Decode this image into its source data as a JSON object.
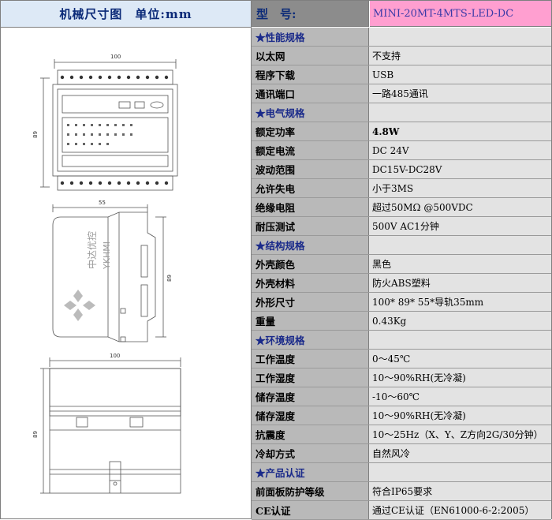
{
  "header": {
    "left_title": "机械尺寸图　单位:mm",
    "model_label": "型　号:",
    "model_value": "MINI-20MT-4MTS-LED-DC"
  },
  "drawings": {
    "front": {
      "width_label": "100",
      "height_label": "89"
    },
    "side": {
      "width_label": "55",
      "height_label": "89",
      "logo_cn": "中达优控",
      "logo_en": "YKHMI"
    },
    "bottom": {
      "width_label": "100",
      "height_label": "89"
    }
  },
  "rows": [
    {
      "type": "section",
      "key": "★性能规格",
      "value": ""
    },
    {
      "type": "item",
      "key": "以太网",
      "value": "不支持"
    },
    {
      "type": "item",
      "key": "程序下载",
      "value": "USB"
    },
    {
      "type": "item",
      "key": "通讯端口",
      "value": "一路485通讯"
    },
    {
      "type": "section",
      "key": "★电气规格",
      "value": ""
    },
    {
      "type": "item",
      "key": "额定功率",
      "value": "4.8W",
      "bold": true
    },
    {
      "type": "item",
      "key": "额定电流",
      "value": "DC 24V"
    },
    {
      "type": "item",
      "key": "波动范围",
      "value": "DC15V-DC28V"
    },
    {
      "type": "item",
      "key": "允许失电",
      "value": "小于3MS"
    },
    {
      "type": "item",
      "key": "绝缘电阻",
      "value": "超过50MΩ @500VDC"
    },
    {
      "type": "item",
      "key": "耐压测试",
      "value": "500V AC1分钟"
    },
    {
      "type": "section",
      "key": "★结构规格",
      "value": ""
    },
    {
      "type": "item",
      "key": "外壳颜色",
      "value": "黑色"
    },
    {
      "type": "item",
      "key": "外壳材料",
      "value": "防火ABS塑料"
    },
    {
      "type": "item",
      "key": "外形尺寸",
      "value": "100* 89* 55*导轨35mm"
    },
    {
      "type": "item",
      "key": "重量",
      "value": "0.43Kg"
    },
    {
      "type": "section",
      "key": "★环境规格",
      "value": ""
    },
    {
      "type": "item",
      "key": "工作温度",
      "value": "0～45℃"
    },
    {
      "type": "item",
      "key": "工作湿度",
      "value": "10～90%RH(无冷凝)"
    },
    {
      "type": "item",
      "key": "储存温度",
      "value": "-10～60℃"
    },
    {
      "type": "item",
      "key": "储存湿度",
      "value": "10～90%RH(无冷凝)"
    },
    {
      "type": "item",
      "key": "抗震度",
      "value": "10～25Hz（X、Y、Z方向2G/30分钟）"
    },
    {
      "type": "item",
      "key": "冷却方式",
      "value": "自然风冷"
    },
    {
      "type": "section",
      "key": "★产品认证",
      "value": ""
    },
    {
      "type": "item",
      "key": "前面板防护等级",
      "value": "符合IP65要求"
    },
    {
      "type": "item",
      "key": "CE认证",
      "value": "通过CE认证（EN61000-6-2:2005）"
    }
  ]
}
